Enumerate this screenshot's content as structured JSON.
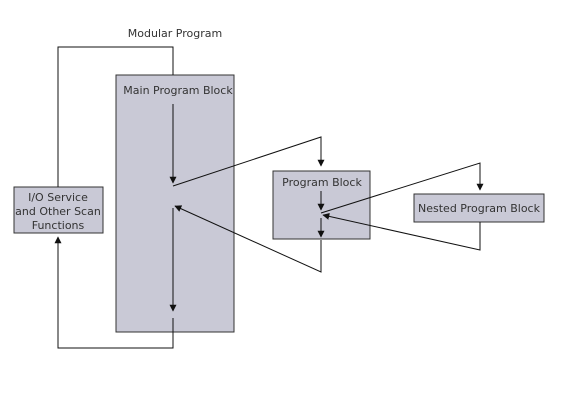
{
  "diagram": {
    "title": "Modular Program",
    "main_block": {
      "label": "Main Program Block"
    },
    "program_block": {
      "label": "Program Block"
    },
    "nested_block": {
      "label": "Nested Program Block"
    },
    "io_block": {
      "line1": "I/O Service",
      "line2": "and Other Scan",
      "line3": "Functions"
    },
    "colors": {
      "block_fill": "#c9c9d6",
      "block_stroke": "#333333",
      "line": "#111111",
      "text": "#333333"
    }
  }
}
